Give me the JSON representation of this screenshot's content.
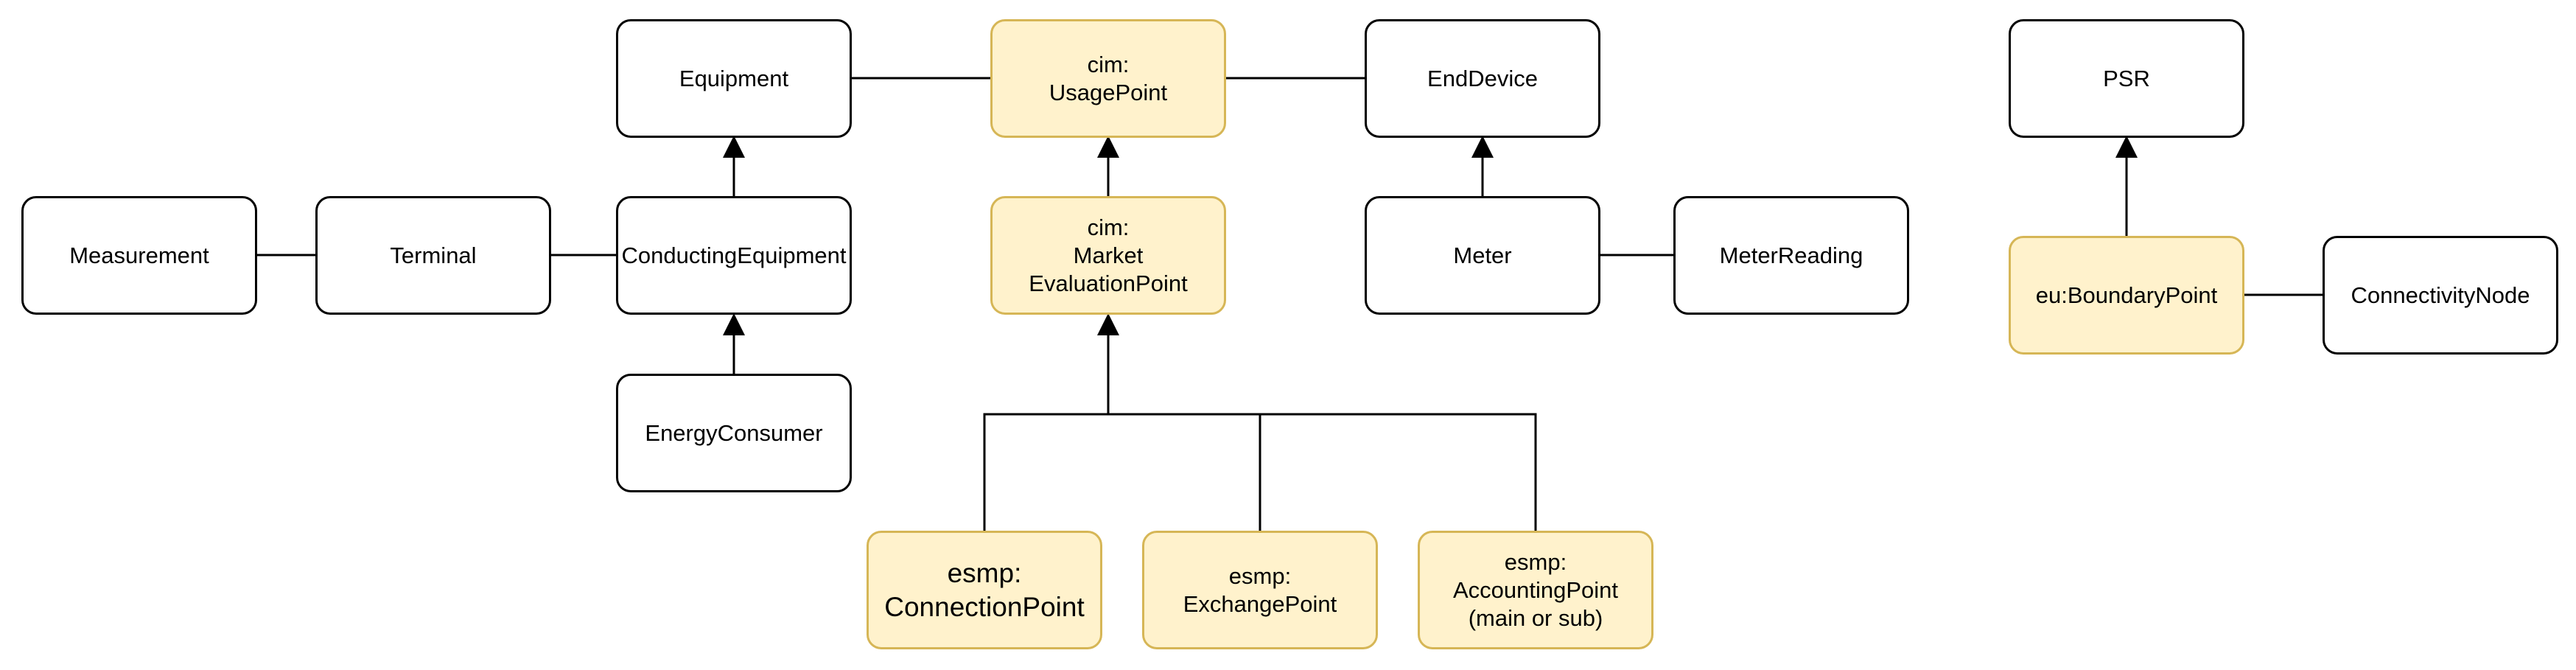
{
  "style": {
    "highlight_fill": "#fff2cc",
    "highlight_stroke": "#d6b656",
    "plain_fill": "#ffffff",
    "line_color": "#000000"
  },
  "nodes": {
    "equipment": "Equipment",
    "usage_point": "cim:\nUsagePoint",
    "end_device": "EndDevice",
    "psr": "PSR",
    "measurement": "Measurement",
    "terminal": "Terminal",
    "conducting_equipment": "ConductingEquipment",
    "market_evaluation_point": "cim:\nMarket\nEvaluationPoint",
    "meter": "Meter",
    "meter_reading": "MeterReading",
    "boundary_point": "eu:BoundaryPoint",
    "connectivity_node": "ConnectivityNode",
    "energy_consumer": "EnergyConsumer",
    "connection_point": "esmp:\nConnectionPoint",
    "exchange_point": "esmp:\nExchangePoint",
    "accounting_point": "esmp:\nAccountingPoint\n(main or sub)"
  },
  "relations": [
    {
      "from": "equipment",
      "to": "usage_point",
      "kind": "association"
    },
    {
      "from": "usage_point",
      "to": "end_device",
      "kind": "association"
    },
    {
      "from": "measurement",
      "to": "terminal",
      "kind": "association"
    },
    {
      "from": "terminal",
      "to": "conducting_equipment",
      "kind": "association"
    },
    {
      "from": "meter",
      "to": "meter_reading",
      "kind": "association"
    },
    {
      "from": "boundary_point",
      "to": "connectivity_node",
      "kind": "association"
    },
    {
      "from": "conducting_equipment",
      "to": "equipment",
      "kind": "generalization"
    },
    {
      "from": "energy_consumer",
      "to": "conducting_equipment",
      "kind": "generalization"
    },
    {
      "from": "market_evaluation_point",
      "to": "usage_point",
      "kind": "generalization"
    },
    {
      "from": "meter",
      "to": "end_device",
      "kind": "generalization"
    },
    {
      "from": "boundary_point",
      "to": "psr",
      "kind": "generalization"
    },
    {
      "from": "connection_point",
      "to": "market_evaluation_point",
      "kind": "generalization"
    },
    {
      "from": "exchange_point",
      "to": "market_evaluation_point",
      "kind": "generalization"
    },
    {
      "from": "accounting_point",
      "to": "market_evaluation_point",
      "kind": "generalization"
    }
  ]
}
